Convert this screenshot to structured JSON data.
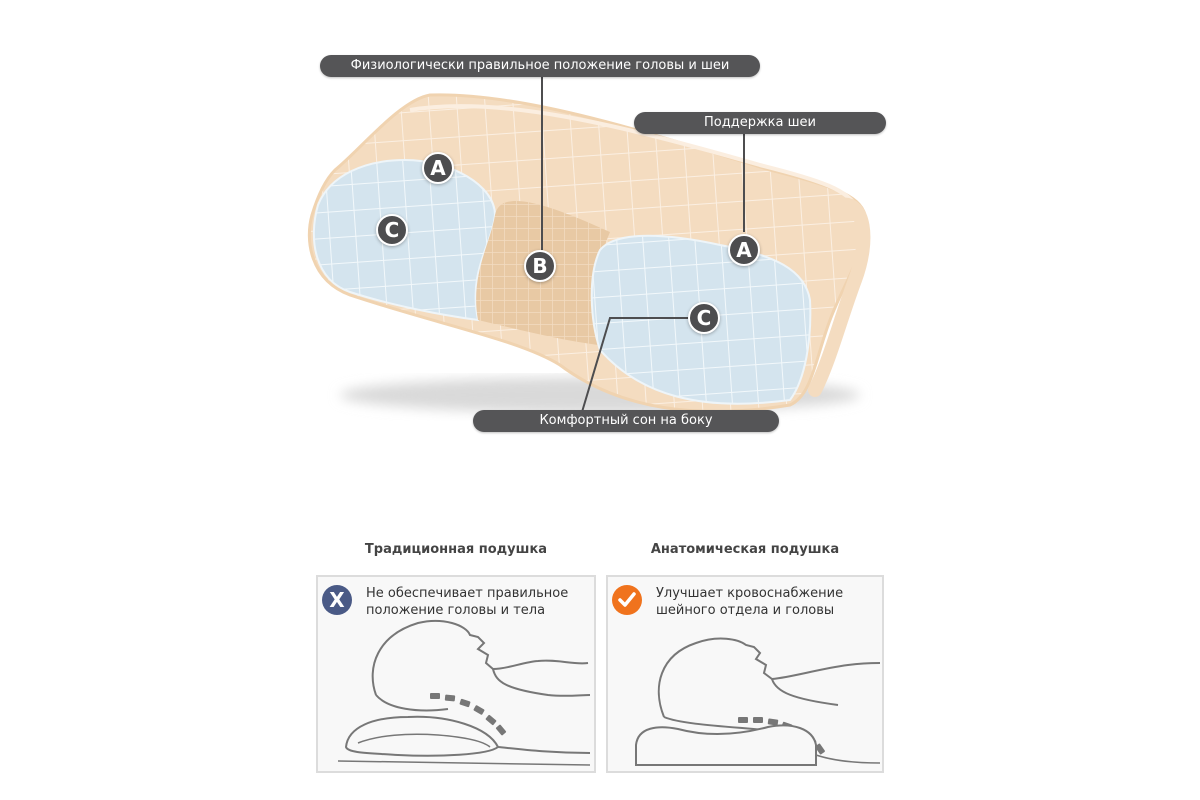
{
  "pillow_diagram": {
    "callouts": {
      "head_neck": "Физиологически правильное положение головы и шеи",
      "neck_support": "Поддержка шеи",
      "side_sleep": "Комфортный сон на боку"
    },
    "markers": {
      "a_left": "A",
      "a_right": "A",
      "b_center": "B",
      "c_left": "C",
      "c_right": "C"
    }
  },
  "comparison": {
    "traditional": {
      "title": "Традиционная подушка",
      "badge": "X",
      "badge_color": "#4a5a86",
      "text": "Не обеспечивает правильное положение головы и тела"
    },
    "anatomical": {
      "title": "Анатомическая подушка",
      "badge": "check-icon",
      "badge_color": "#f0731d",
      "text": "Улучшает кровоснабжение шейного отдела и головы"
    }
  },
  "colors": {
    "callout_bg": "#555557",
    "pillow_peach": "#f3d8b8",
    "pillow_blue": "#cfe2ef",
    "spine_gray": "#777777"
  }
}
